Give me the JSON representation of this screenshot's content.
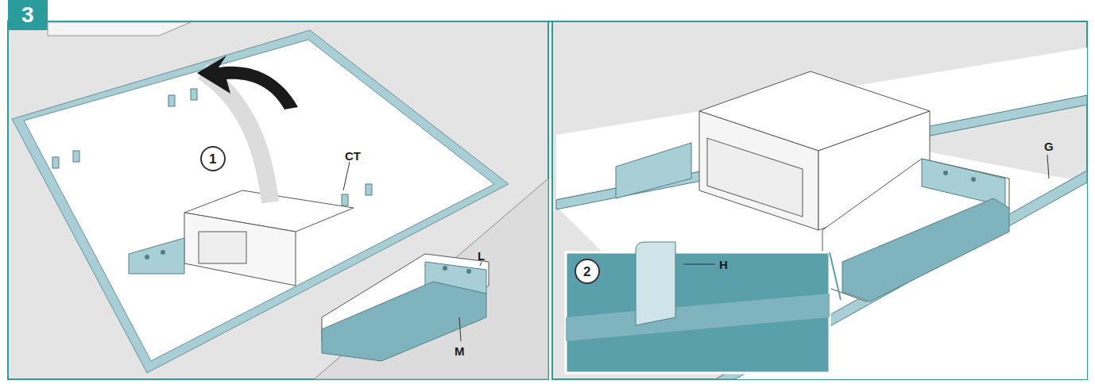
{
  "diagram": {
    "labels": [
      "3",
      "1",
      "CT",
      "L",
      "M",
      "2",
      "H",
      "G"
    ]
  }
}
